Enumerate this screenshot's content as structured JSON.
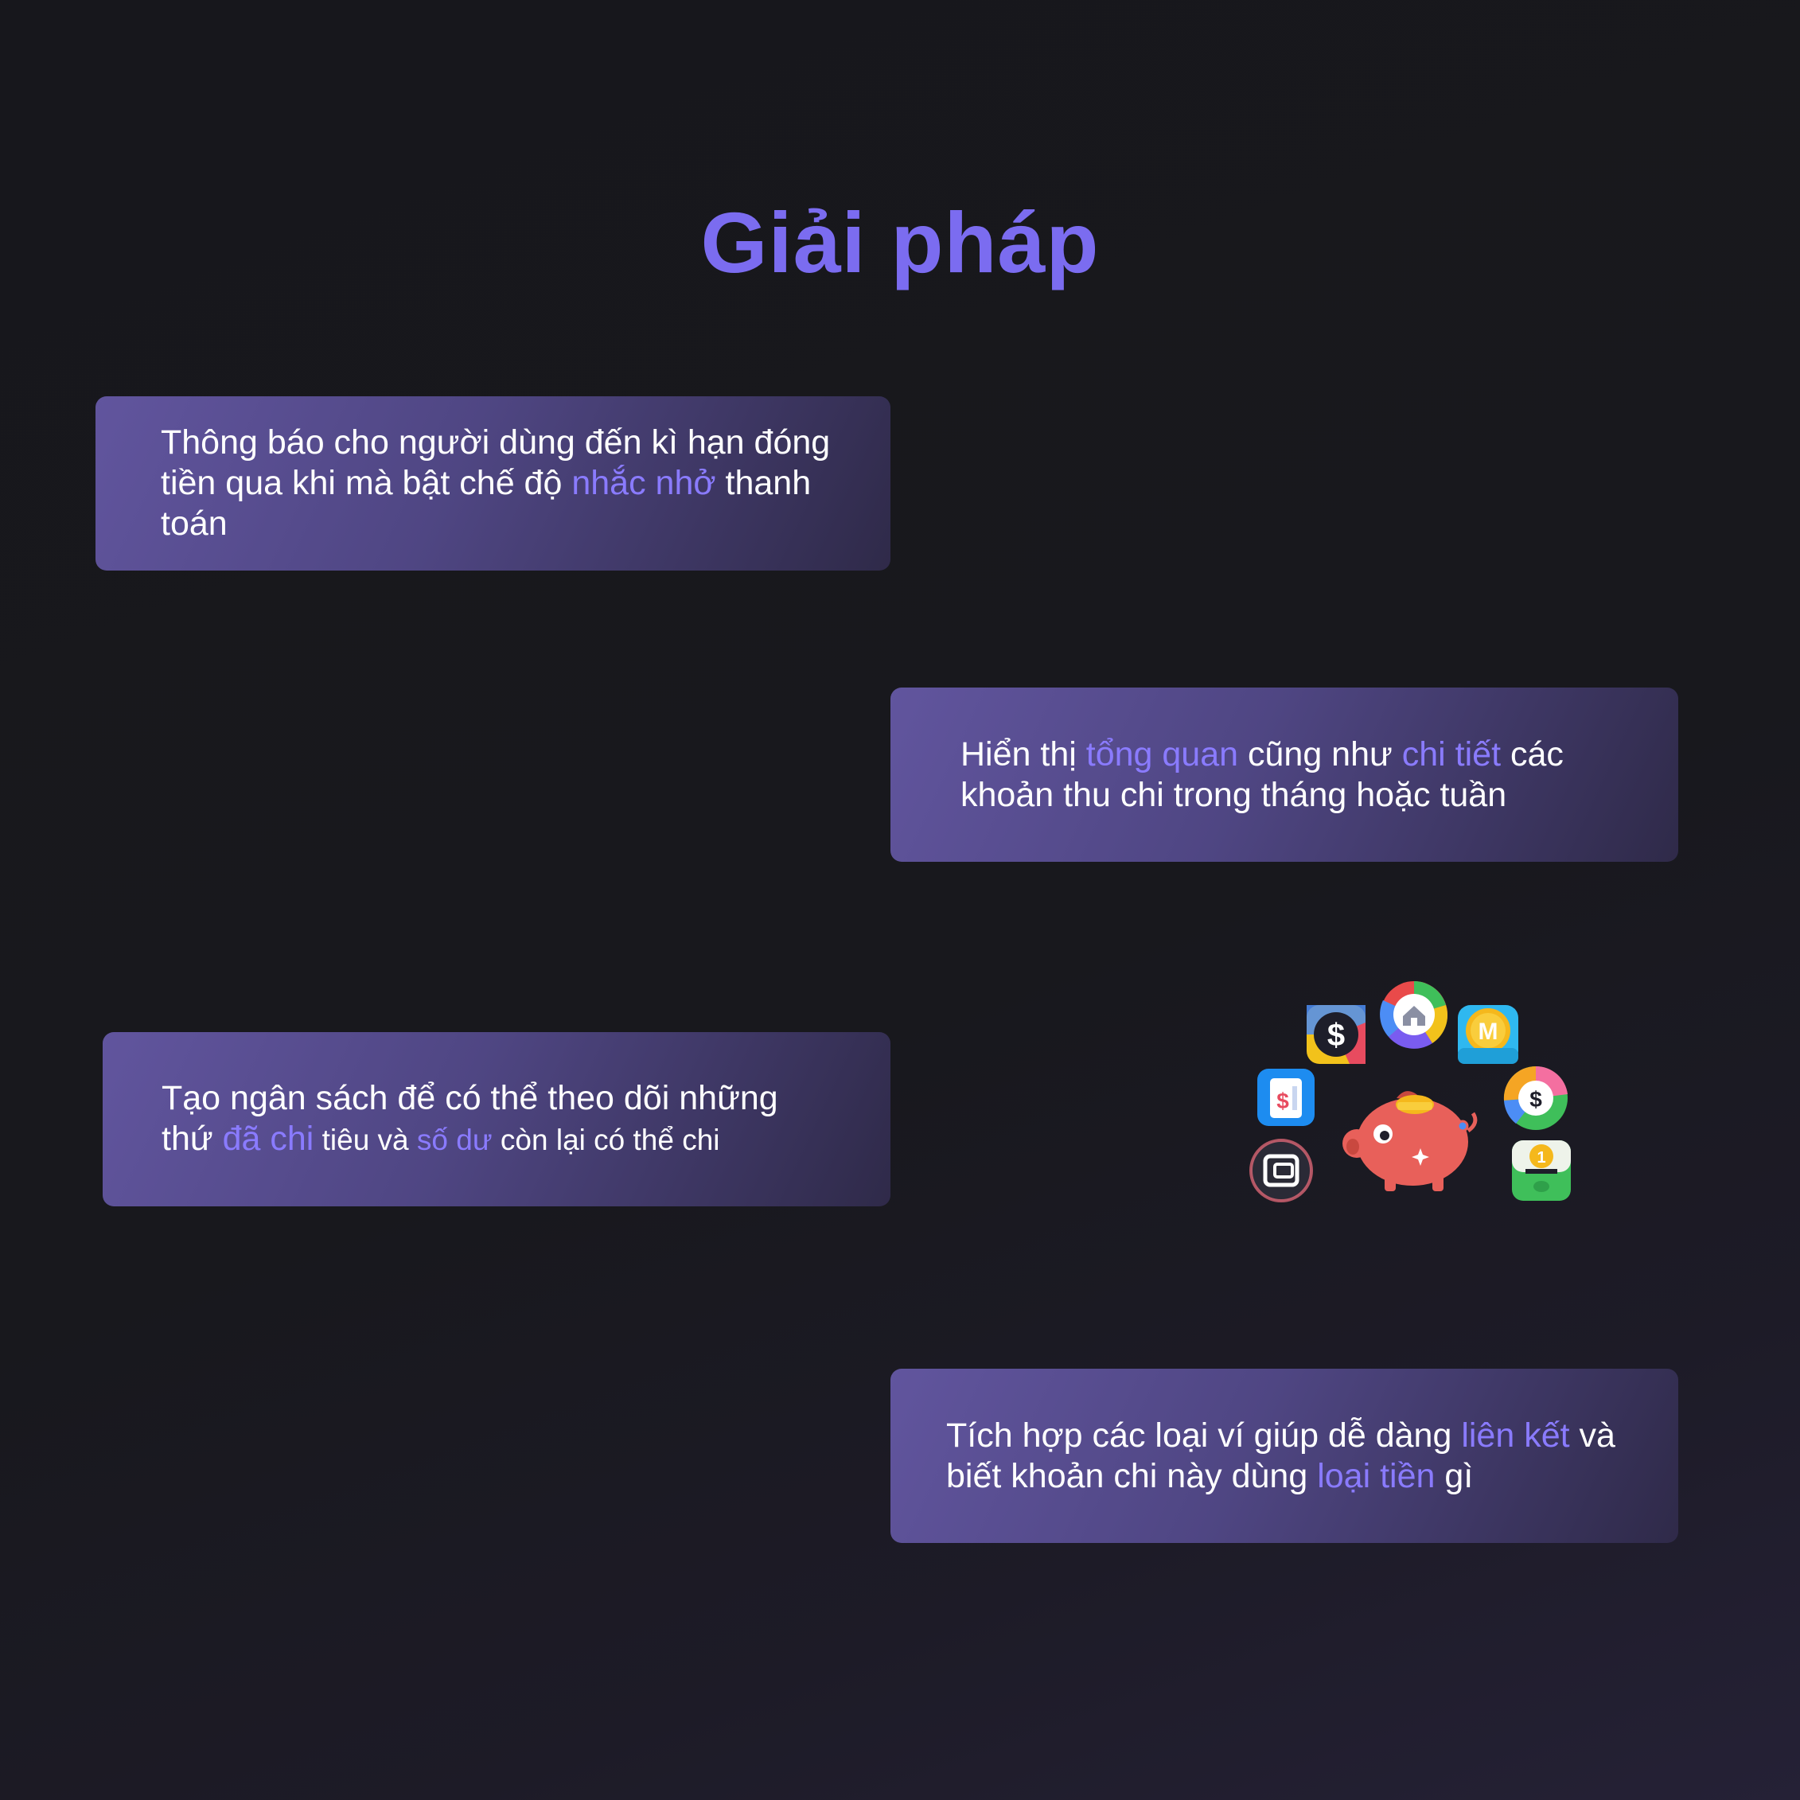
{
  "title": "Giải pháp",
  "cards": [
    {
      "parts": [
        "Thông báo cho người dùng đến kì hạn đóng tiền qua khi mà bật chế độ ",
        "nhắc nhở",
        " thanh toán"
      ]
    },
    {
      "parts": [
        "Hiển thị ",
        "tổng quan",
        " cũng như ",
        "chi tiết",
        " các khoản thu chi trong tháng hoặc tuần"
      ]
    },
    {
      "parts": [
        "Tạo ngân sách để có thể theo dõi những thứ ",
        "đã chi",
        " tiêu và ",
        "số dư",
        " còn lại có thể chi"
      ]
    },
    {
      "parts": [
        "Tích hợp các loại ví giúp dễ dàng ",
        "liên kết",
        " và biết khoản chi này dùng ",
        "loại tiền",
        " gì"
      ]
    }
  ],
  "illustration": {
    "icons": [
      "piggy-bank-icon",
      "dollar-coin-app-icon",
      "home-pie-app-icon",
      "money-lover-app-icon",
      "dollar-pie-app-icon",
      "invoice-app-icon",
      "wallet-app-icon",
      "coin-piggy-app-icon"
    ],
    "colors": {
      "piggy": "#e8605a",
      "accent": "#7b6cf0"
    }
  }
}
